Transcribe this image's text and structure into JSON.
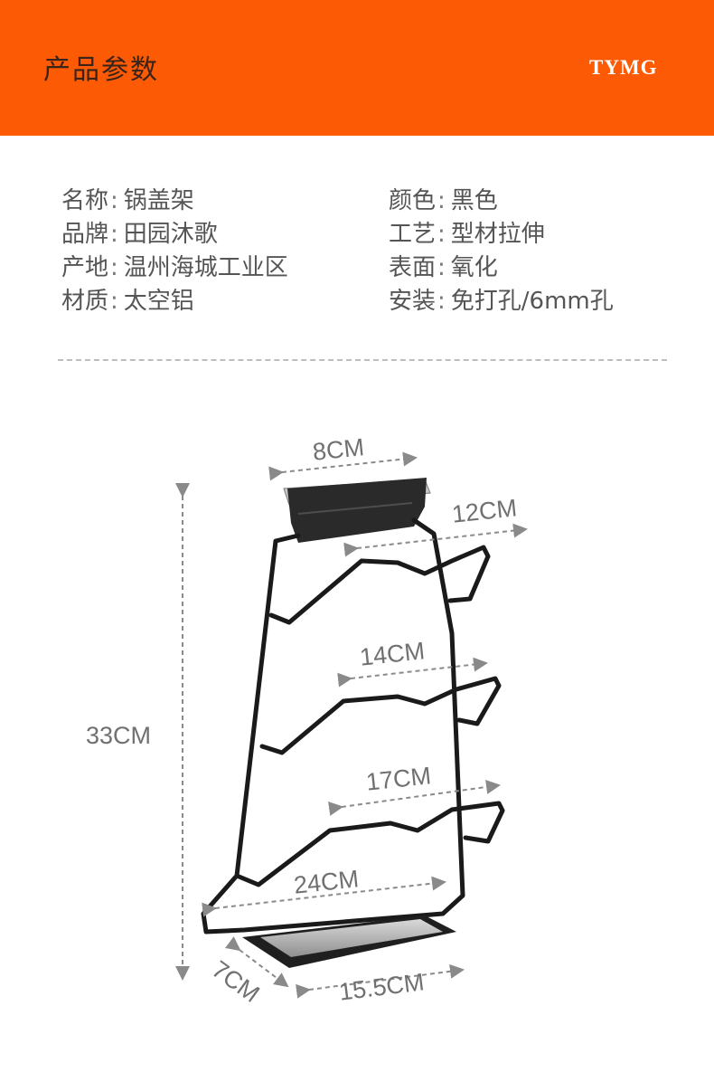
{
  "header": {
    "title": "产品参数",
    "brand": "TYMG",
    "background_color": "#fc5a04"
  },
  "params": [
    {
      "label": "名称",
      "value": "锅盖架"
    },
    {
      "label": "颜色",
      "value": "黑色"
    },
    {
      "label": "品牌",
      "value": "田园沐歌"
    },
    {
      "label": "工艺",
      "value": "型材拉伸"
    },
    {
      "label": "产地",
      "value": "温州海城工业区"
    },
    {
      "label": "表面",
      "value": "氧化"
    },
    {
      "label": "材质",
      "value": "太空铝"
    },
    {
      "label": "安装",
      "value": "免打孔/6mm孔"
    }
  ],
  "dimensions": {
    "top_width": "8CM",
    "tier1": "12CM",
    "tier2": "14CM",
    "tier3": "17CM",
    "base_width": "24CM",
    "height": "33CM",
    "base_depth": "7CM",
    "tray_width": "15.5CM"
  }
}
